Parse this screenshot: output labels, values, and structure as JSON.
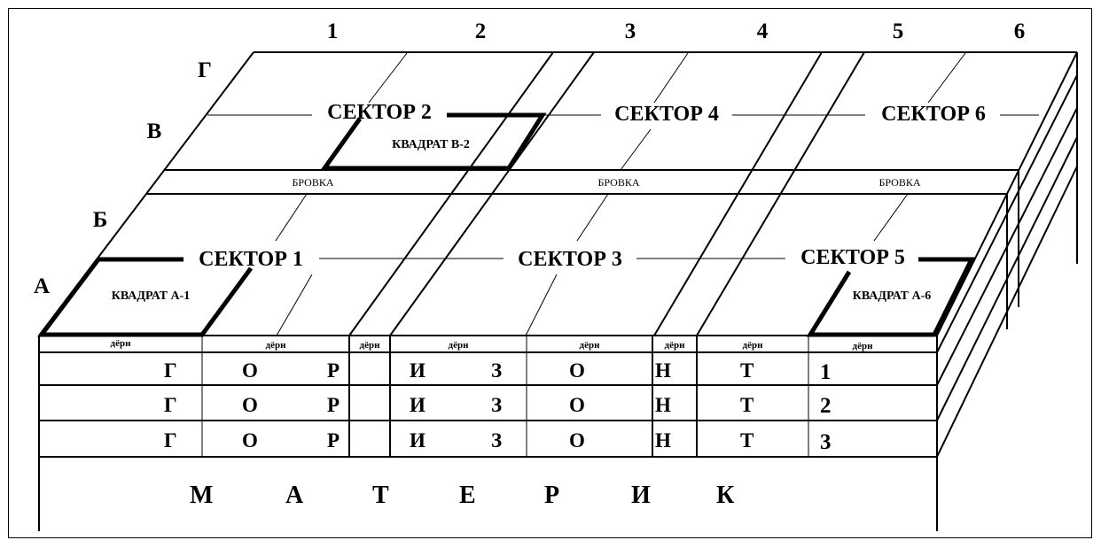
{
  "columns": [
    "1",
    "2",
    "3",
    "4",
    "5",
    "6"
  ],
  "rows": [
    "Г",
    "В",
    "Б",
    "А"
  ],
  "sectors": [
    "СЕКТОР 2",
    "СЕКТОР 4",
    "СЕКТОР 6",
    "СЕКТОР 1",
    "СЕКТОР 3",
    "СЕКТОР 5"
  ],
  "squares": [
    "КВАДРАТ В-2",
    "КВАДРАТ А-1",
    "КВАДРАТ А-6"
  ],
  "brovka": [
    "БРОВКА",
    "БРОВКА",
    "БРОВКА"
  ],
  "dern": [
    "дёрн",
    "дёрн",
    "дёрн",
    "дёрн",
    "дёрн",
    "дёрн",
    "дёрн",
    "дёрн"
  ],
  "horizon_letters": [
    "Г",
    "О",
    "Р",
    "И",
    "З",
    "О",
    "Н",
    "Т"
  ],
  "horizon_numbers": [
    "1",
    "2",
    "3"
  ],
  "materik": [
    "М",
    "А",
    "Т",
    "Е",
    "Р",
    "И",
    "К"
  ]
}
